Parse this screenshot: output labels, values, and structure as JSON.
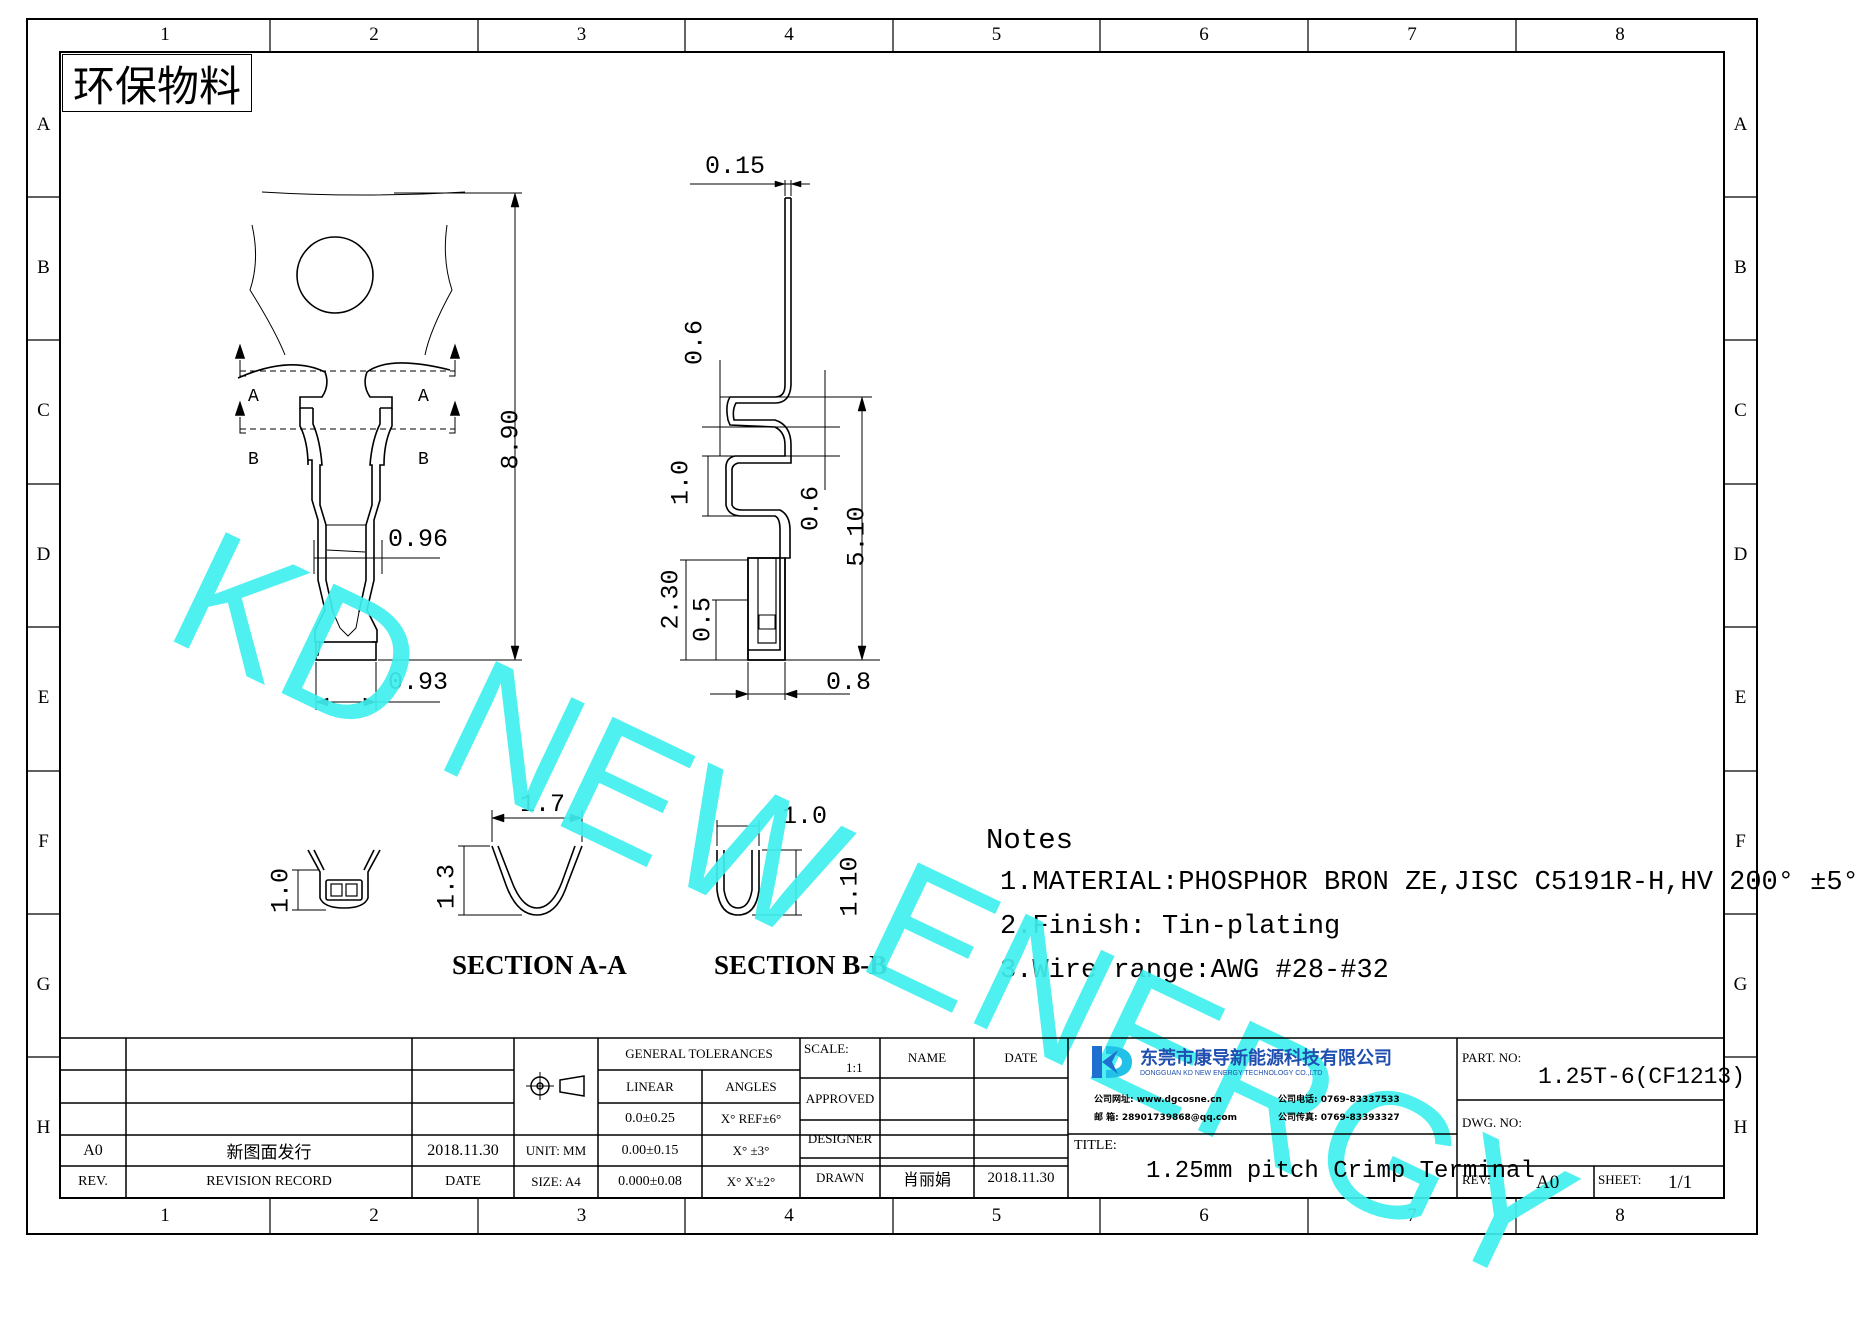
{
  "stamp": "环保物料",
  "watermark": "KD NEW ENERGY",
  "zones": {
    "columns": [
      "1",
      "2",
      "3",
      "4",
      "5",
      "6",
      "7",
      "8"
    ],
    "rows": [
      "A",
      "B",
      "C",
      "D",
      "E",
      "F",
      "G",
      "H"
    ]
  },
  "front_view": {
    "section_markers": [
      "A",
      "A",
      "B",
      "B"
    ],
    "dim_overall_height": "8.90",
    "dim_crimp_width": "0.96",
    "dim_bottom_width": "0.93"
  },
  "side_view": {
    "dim_thickness": "0.15",
    "dim_0_6_top": "0.6",
    "dim_1_0": "1.0",
    "dim_0_6_mid": "0.6",
    "dim_5_10": "5.10",
    "dim_2_30": "2.30",
    "dim_0_5": "0.5",
    "dim_0_8": "0.8"
  },
  "sections": {
    "small_view_height": "1.0",
    "a_width": "1.7",
    "a_height": "1.3",
    "a_label": "SECTION A-A",
    "b_width": "1.0",
    "b_height": "1.10",
    "b_label": "SECTION B-B"
  },
  "notes": {
    "title": "Notes",
    "items": [
      "1.MATERIAL:PHOSPHOR BRON ZE,JISC C5191R-H,HV 200° ±5°",
      "2.Finish: Tin-plating",
      "3.Wire range:AWG #28-#32"
    ]
  },
  "title_block": {
    "revision": {
      "rev_value": "A0",
      "record_value": "新图面发行",
      "date_value": "2018.11.30",
      "rev_header": "REV.",
      "record_header": "REVISION RECORD",
      "date_header": "DATE"
    },
    "unit": "UNIT: MM",
    "size": "SIZE: A4",
    "tolerances": {
      "header": "GENERAL TOLERANCES",
      "linear_header": "LINEAR",
      "angles_header": "ANGLES",
      "linear": [
        "0.0±0.25",
        "0.00±0.15",
        "0.000±0.08"
      ],
      "angles": [
        "X° REF±6°",
        "X° ±3°",
        "X° X'±2°"
      ]
    },
    "scale_label": "SCALE:",
    "scale_value": "1:1",
    "name_header": "NAME",
    "date_header": "DATE",
    "approved": "APPROVED",
    "designer": "DESIGNER",
    "drawn": "DRAWN",
    "drawn_name": "肖丽娟",
    "drawn_date": "2018.11.30",
    "company": {
      "name_cn": "东莞市康导新能源科技有限公司",
      "name_en": "DONGGUAN KD NEW ENERGY TECHNOLOGY CO.,LTD",
      "line1_left": "公司网址: www.dgcosne.cn",
      "line1_right": "公司电话: 0769-83337533",
      "line2_left": "邮    箱: 28901739868@qq.com",
      "line2_right": "公司传真: 0769-83393327"
    },
    "title_label": "TITLE:",
    "title_value": "1.25mm pitch Crimp Terminal",
    "part_no_label": "PART. NO:",
    "part_no_value": "1.25T-6(CF1213)",
    "dwg_no_label": "DWG. NO:",
    "rev_label": "REV:",
    "rev_value": "A0",
    "sheet_label": "SHEET:",
    "sheet_value": "1/1"
  },
  "colors": {
    "watermark": "#3ff0ee",
    "logo_blue": "#1f6fd1",
    "logo_cyan": "#22c2e8"
  }
}
